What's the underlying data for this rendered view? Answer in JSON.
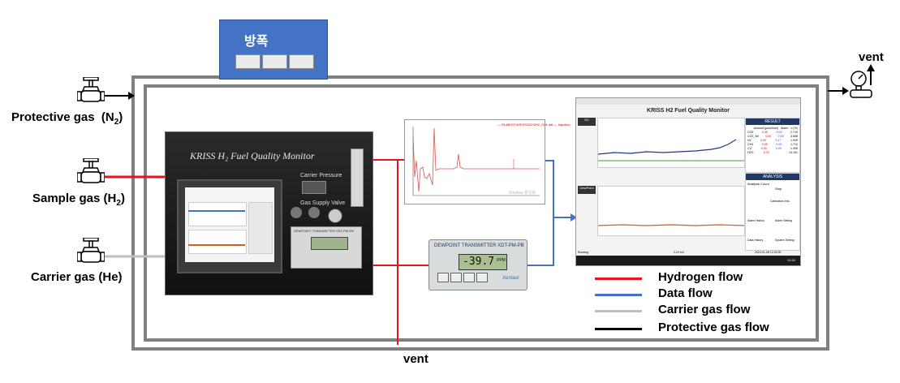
{
  "explosion_box": {
    "title": "방폭"
  },
  "inputs": {
    "protective": {
      "label": "Protective gas",
      "formula": "(N",
      "sub": "2",
      "close": ")"
    },
    "sample": {
      "label": "Sample gas",
      "formula": "(H",
      "sub": "2",
      "close": ")"
    },
    "carrier": {
      "label": "Carrier gas (He)"
    }
  },
  "vents": {
    "top": "vent",
    "bottom": "vent"
  },
  "instrument": {
    "title": "KRISS H₂ Fuel Quality Monitor",
    "carrier_pressure": "Carrier Pressure",
    "gas_supply": "Gas Supply Valve",
    "transmitter_label": "DEWPOINT TRANSMITTER XDT-PM-PB"
  },
  "dewpoint_unit": {
    "label": "DEWPOINT TRANSMITTER XDT-PM-PB",
    "reading": "-39.7",
    "unit": "PPM",
    "brand": "Xentaur"
  },
  "software": {
    "title": "KRISS H2 Fuel Quality Monitor",
    "result_header": "RESULT",
    "analysis_header": "ANALYSIS",
    "result_cols": [
      "Amount (µmol/mol)",
      "Alarm",
      "u (%)"
    ],
    "result_rows": [
      {
        "name": "CO2",
        "amount": "0.00",
        "alarm": "0.00",
        "u": "2.719"
      },
      {
        "name": "CO2_Ne",
        "amount": "0.00",
        "alarm": "0.00",
        "u": "3.658"
      },
      {
        "name": "N2",
        "amount": "0.00",
        "alarm": "0.17",
        "u": "1.945"
      },
      {
        "name": "CH4",
        "amount": "0.00",
        "alarm": "0.00",
        "u": "1.712"
      },
      {
        "name": "CO",
        "amount": "0.00",
        "alarm": "0.00",
        "u": "1.306"
      },
      {
        "name": "H2O",
        "amount": "3.76",
        "alarm": "",
        "u": "14.161"
      }
    ],
    "analysis_count": "Analysis Count",
    "stop": "Stop",
    "calibration": "Calibration Info.",
    "alarm_history": "Alarm History",
    "alarm_setting": "Alarm Setting",
    "data_history": "Data History",
    "system_setting": "System Setting",
    "gc_tag": "GC",
    "dewpoint_tag": "DewPoint",
    "status_left": "Running",
    "status_mid": "2.19 mV",
    "status_right": "2023-01-08 12:32:09",
    "clock": "12:32"
  },
  "chromatogram": {
    "header": "— RLAB\\GC\\KRISS\\2023\\H2_G01.dat — Injection",
    "footer": "Window 활성화"
  },
  "legend": [
    {
      "label": "Hydrogen flow",
      "color": "#e8141c"
    },
    {
      "label": "Data flow",
      "color": "#4472c4"
    },
    {
      "label": "Carrier gas flow",
      "color": "#bfbfbf"
    },
    {
      "label": "Protective gas flow",
      "color": "#000000"
    }
  ],
  "colors": {
    "hydrogen": "#e8141c",
    "data": "#4472c4",
    "carrier": "#bfbfbf",
    "protective": "#000000",
    "enclosure": "#808080"
  }
}
